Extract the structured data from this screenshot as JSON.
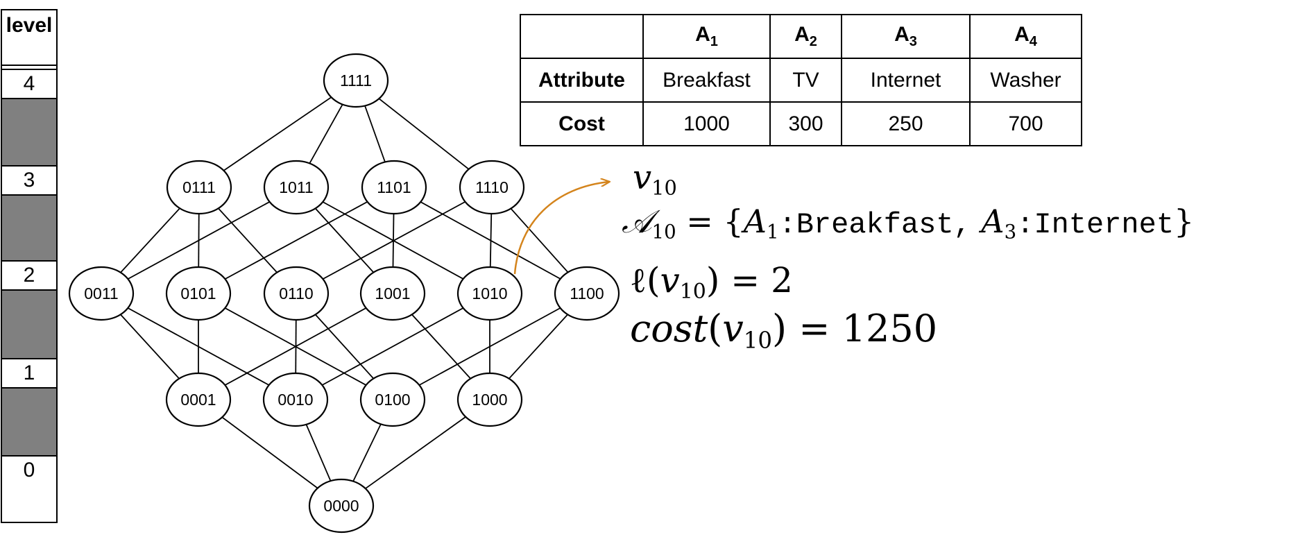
{
  "level_bar": {
    "header": "level",
    "levels": [
      "4",
      "3",
      "2",
      "1",
      "0"
    ]
  },
  "lattice": {
    "levels": [
      [
        "1111"
      ],
      [
        "0111",
        "1011",
        "1101",
        "1110"
      ],
      [
        "0011",
        "0101",
        "0110",
        "1001",
        "1010",
        "1100"
      ],
      [
        "0001",
        "0010",
        "0100",
        "1000"
      ],
      [
        "0000"
      ]
    ],
    "edge_color": "#000000",
    "highlight_node": "1010",
    "arrow_color": "#d4841c"
  },
  "table": {
    "headers": [
      {
        "main": "A",
        "sub": "1"
      },
      {
        "main": "A",
        "sub": "2"
      },
      {
        "main": "A",
        "sub": "3"
      },
      {
        "main": "A",
        "sub": "4"
      }
    ],
    "rows": [
      {
        "label": "Attribute",
        "cells": [
          "Breakfast",
          "TV",
          "Internet",
          "Washer"
        ]
      },
      {
        "label": "Cost",
        "cells": [
          "1000",
          "300",
          "250",
          "700"
        ]
      }
    ]
  },
  "annotation": {
    "vertex_name": "v",
    "vertex_index": "10",
    "set_symbol": "𝒜",
    "set_index": "10",
    "set_open": "= {",
    "attr1_name": "A",
    "attr1_index": "1",
    "attr1_value": ":Breakfast,",
    "attr2_name": "A",
    "attr2_index": "3",
    "attr2_value": ":Internet",
    "set_close": "}",
    "level_fn": "ℓ(",
    "level_close": ") = 2",
    "cost_fn": "cost",
    "cost_open": "(",
    "cost_close": ") = 1250"
  }
}
